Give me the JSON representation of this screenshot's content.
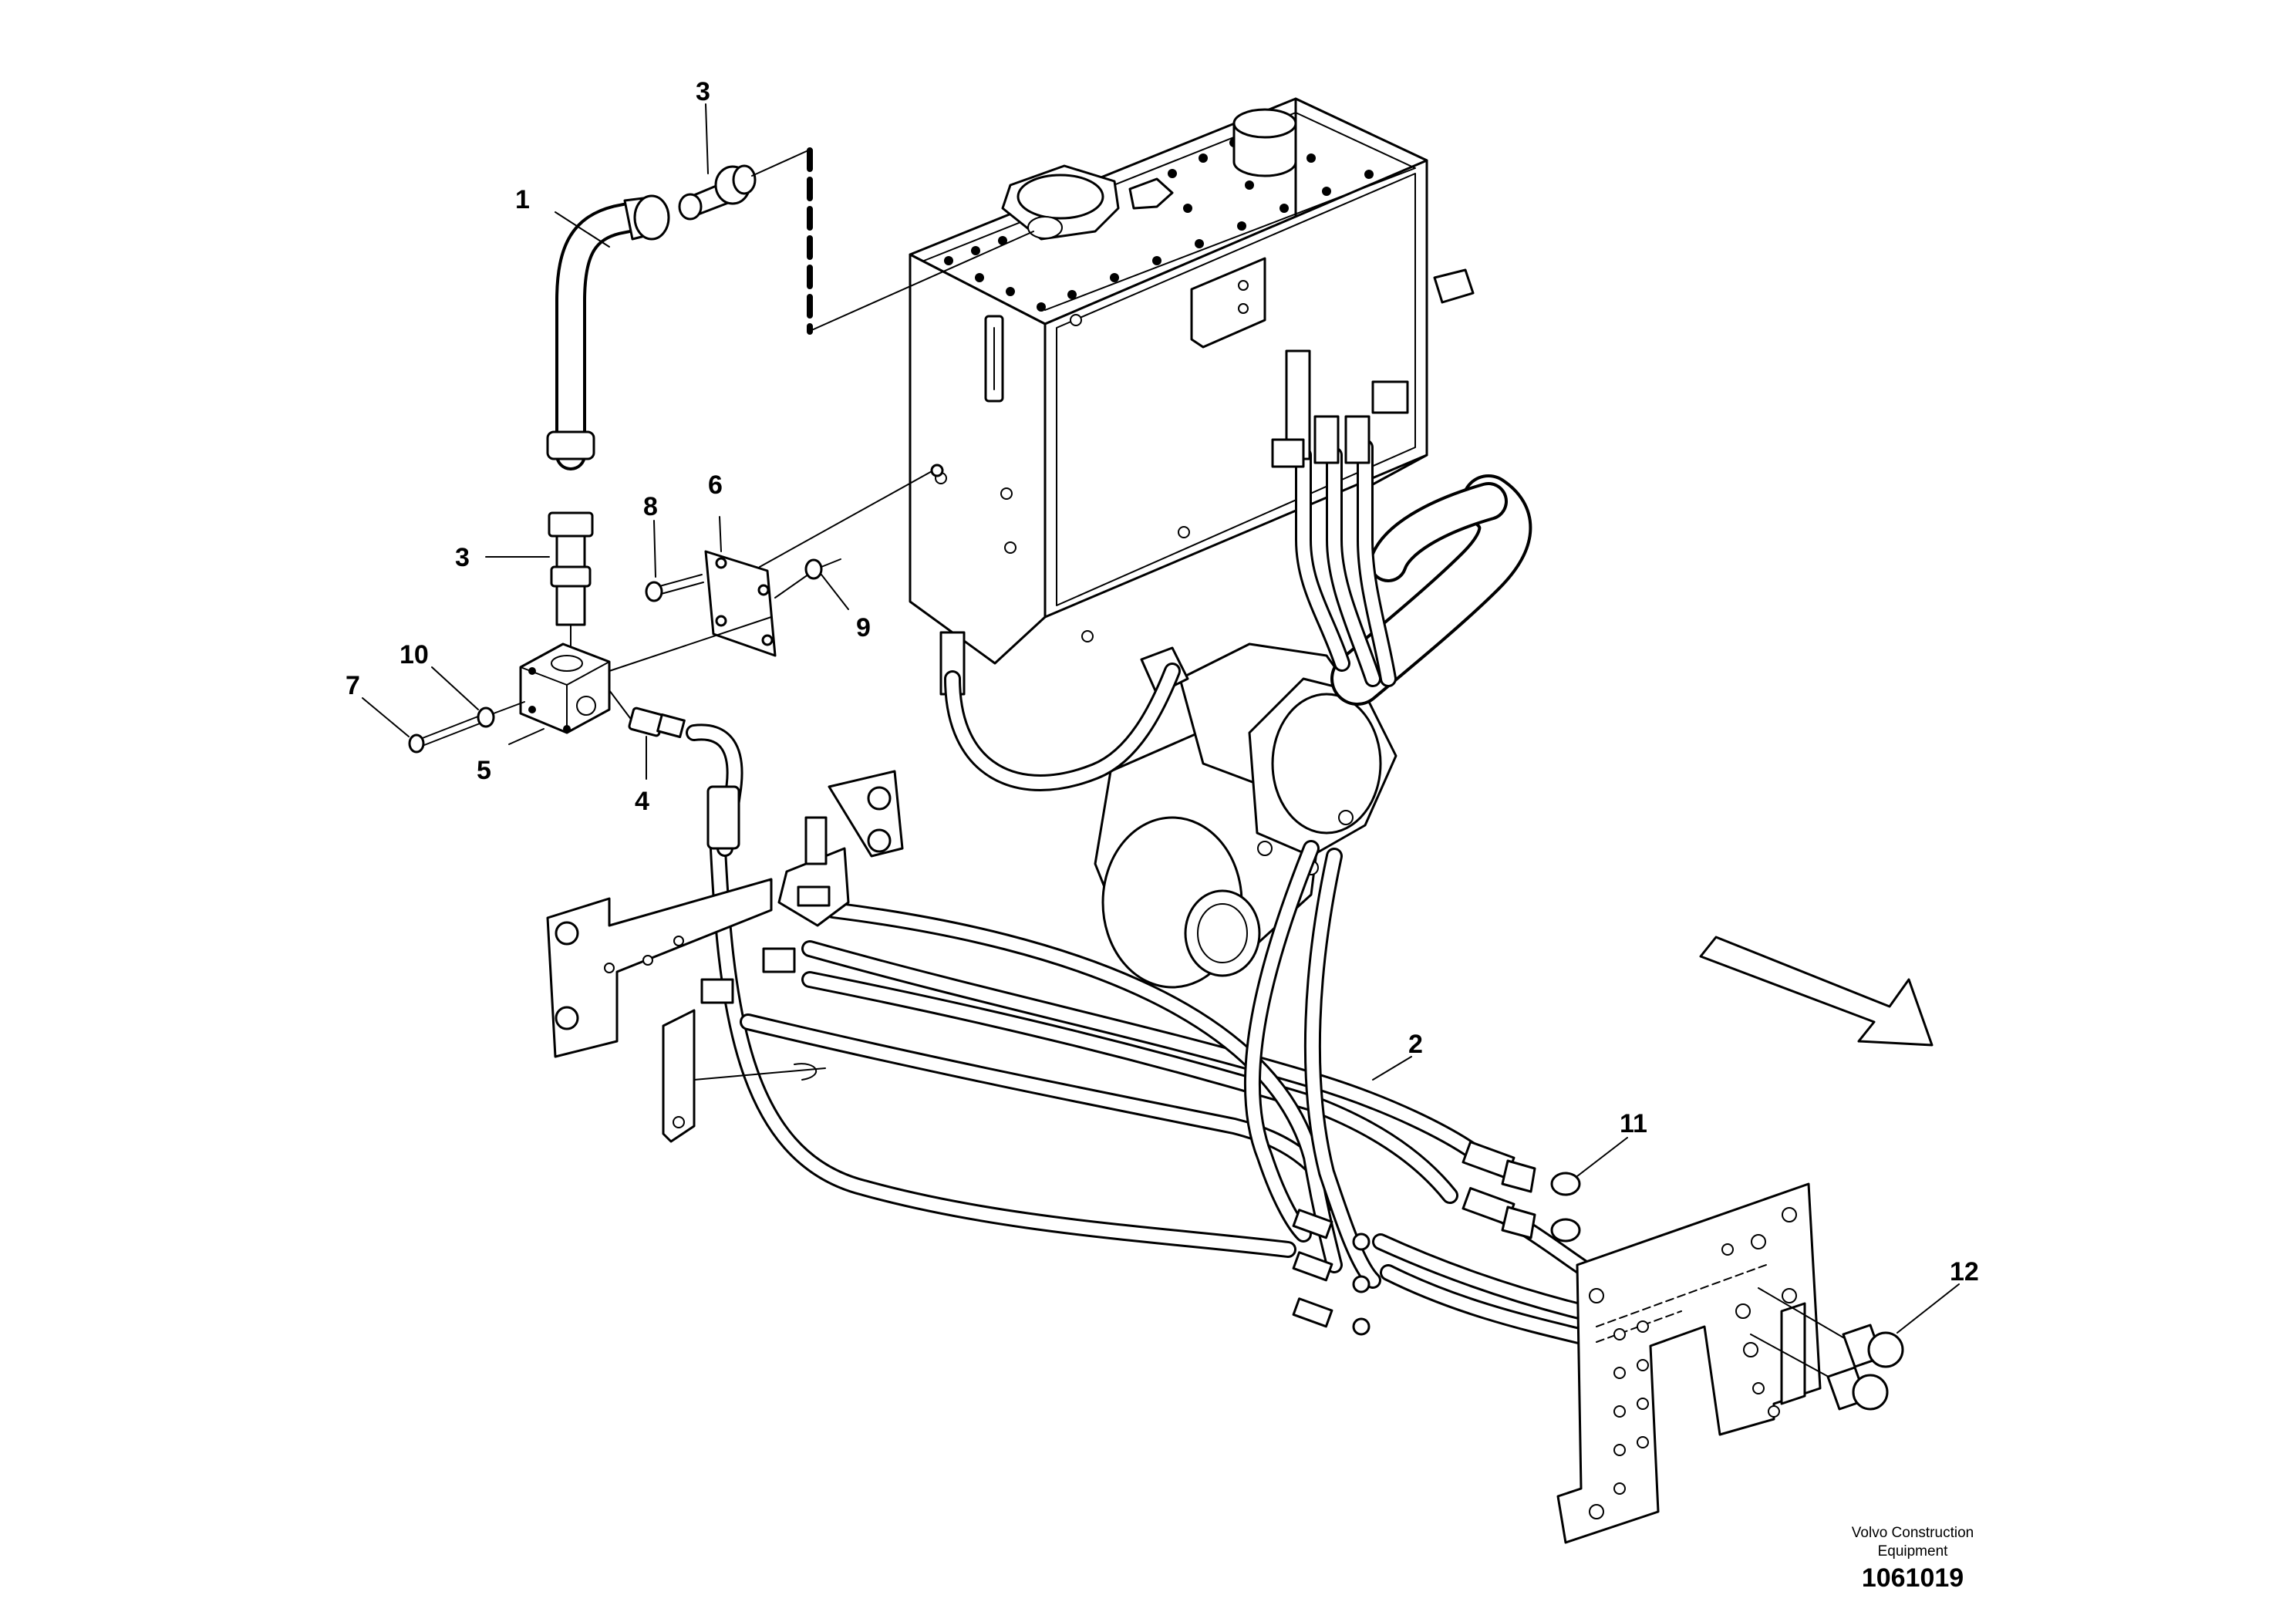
{
  "brand": {
    "line1": "Volvo Construction",
    "line2": "Equipment"
  },
  "drawing_number": "1061019",
  "callouts": {
    "c1": "1",
    "c2": "2",
    "c3_top": "3",
    "c3_mid": "3",
    "c4": "4",
    "c5": "5",
    "c6": "6",
    "c7": "7",
    "c8": "8",
    "c9": "9",
    "c10": "10",
    "c11": "11",
    "c12": "12"
  }
}
